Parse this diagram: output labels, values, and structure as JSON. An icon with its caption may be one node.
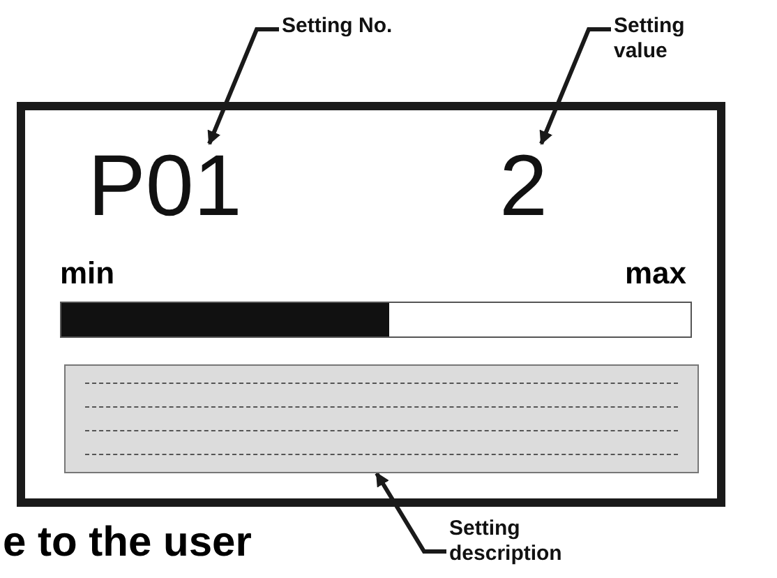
{
  "diagram": {
    "nodes": [
      {
        "text": [],
        "shape": "box"
      },
      {
        "text": [
          "P01"
        ],
        "in": 0
      },
      {
        "text": [
          "2"
        ],
        "in": 0
      },
      {
        "text": [],
        "shape": "bar",
        "in": 0
      },
      {
        "text": [],
        "shape": "box",
        "in": 0
      },
      {
        "text": [
          "Setting No."
        ]
      },
      {
        "text": [
          "Setting value"
        ]
      },
      {
        "text": [
          "Setting description"
        ]
      }
    ],
    "edges": [
      {
        "from": 5,
        "to": 1,
        "arrow": "to"
      },
      {
        "from": 6,
        "to": 2,
        "arrow": "to"
      },
      {
        "from": 7,
        "to": 4,
        "arrow": "to"
      }
    ],
    "labels": [
      "min",
      "max",
      "e to the user"
    ]
  }
}
